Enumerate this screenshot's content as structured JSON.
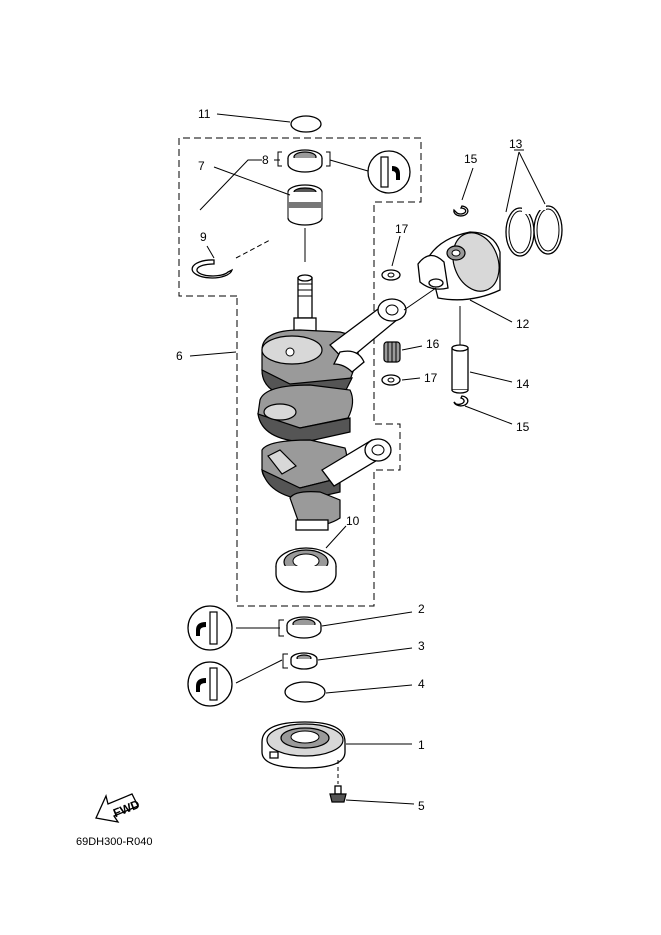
{
  "diagram": {
    "code": "69DH300-R040",
    "fwd_label": "FWD",
    "callouts": {
      "c1": "1",
      "c2": "2",
      "c3": "3",
      "c4": "4",
      "c5": "5",
      "c6": "6",
      "c7": "7",
      "c8": "8",
      "c9": "9",
      "c10": "10",
      "c11": "11",
      "c12": "12",
      "c13": "13",
      "c14": "14",
      "c15a": "15",
      "c15b": "15",
      "c16": "16",
      "c17a": "17",
      "c17b": "17"
    },
    "icons": [
      "grease-point-icon",
      "grease-point-icon",
      "grease-point-icon",
      "fwd-arrow-icon"
    ]
  }
}
